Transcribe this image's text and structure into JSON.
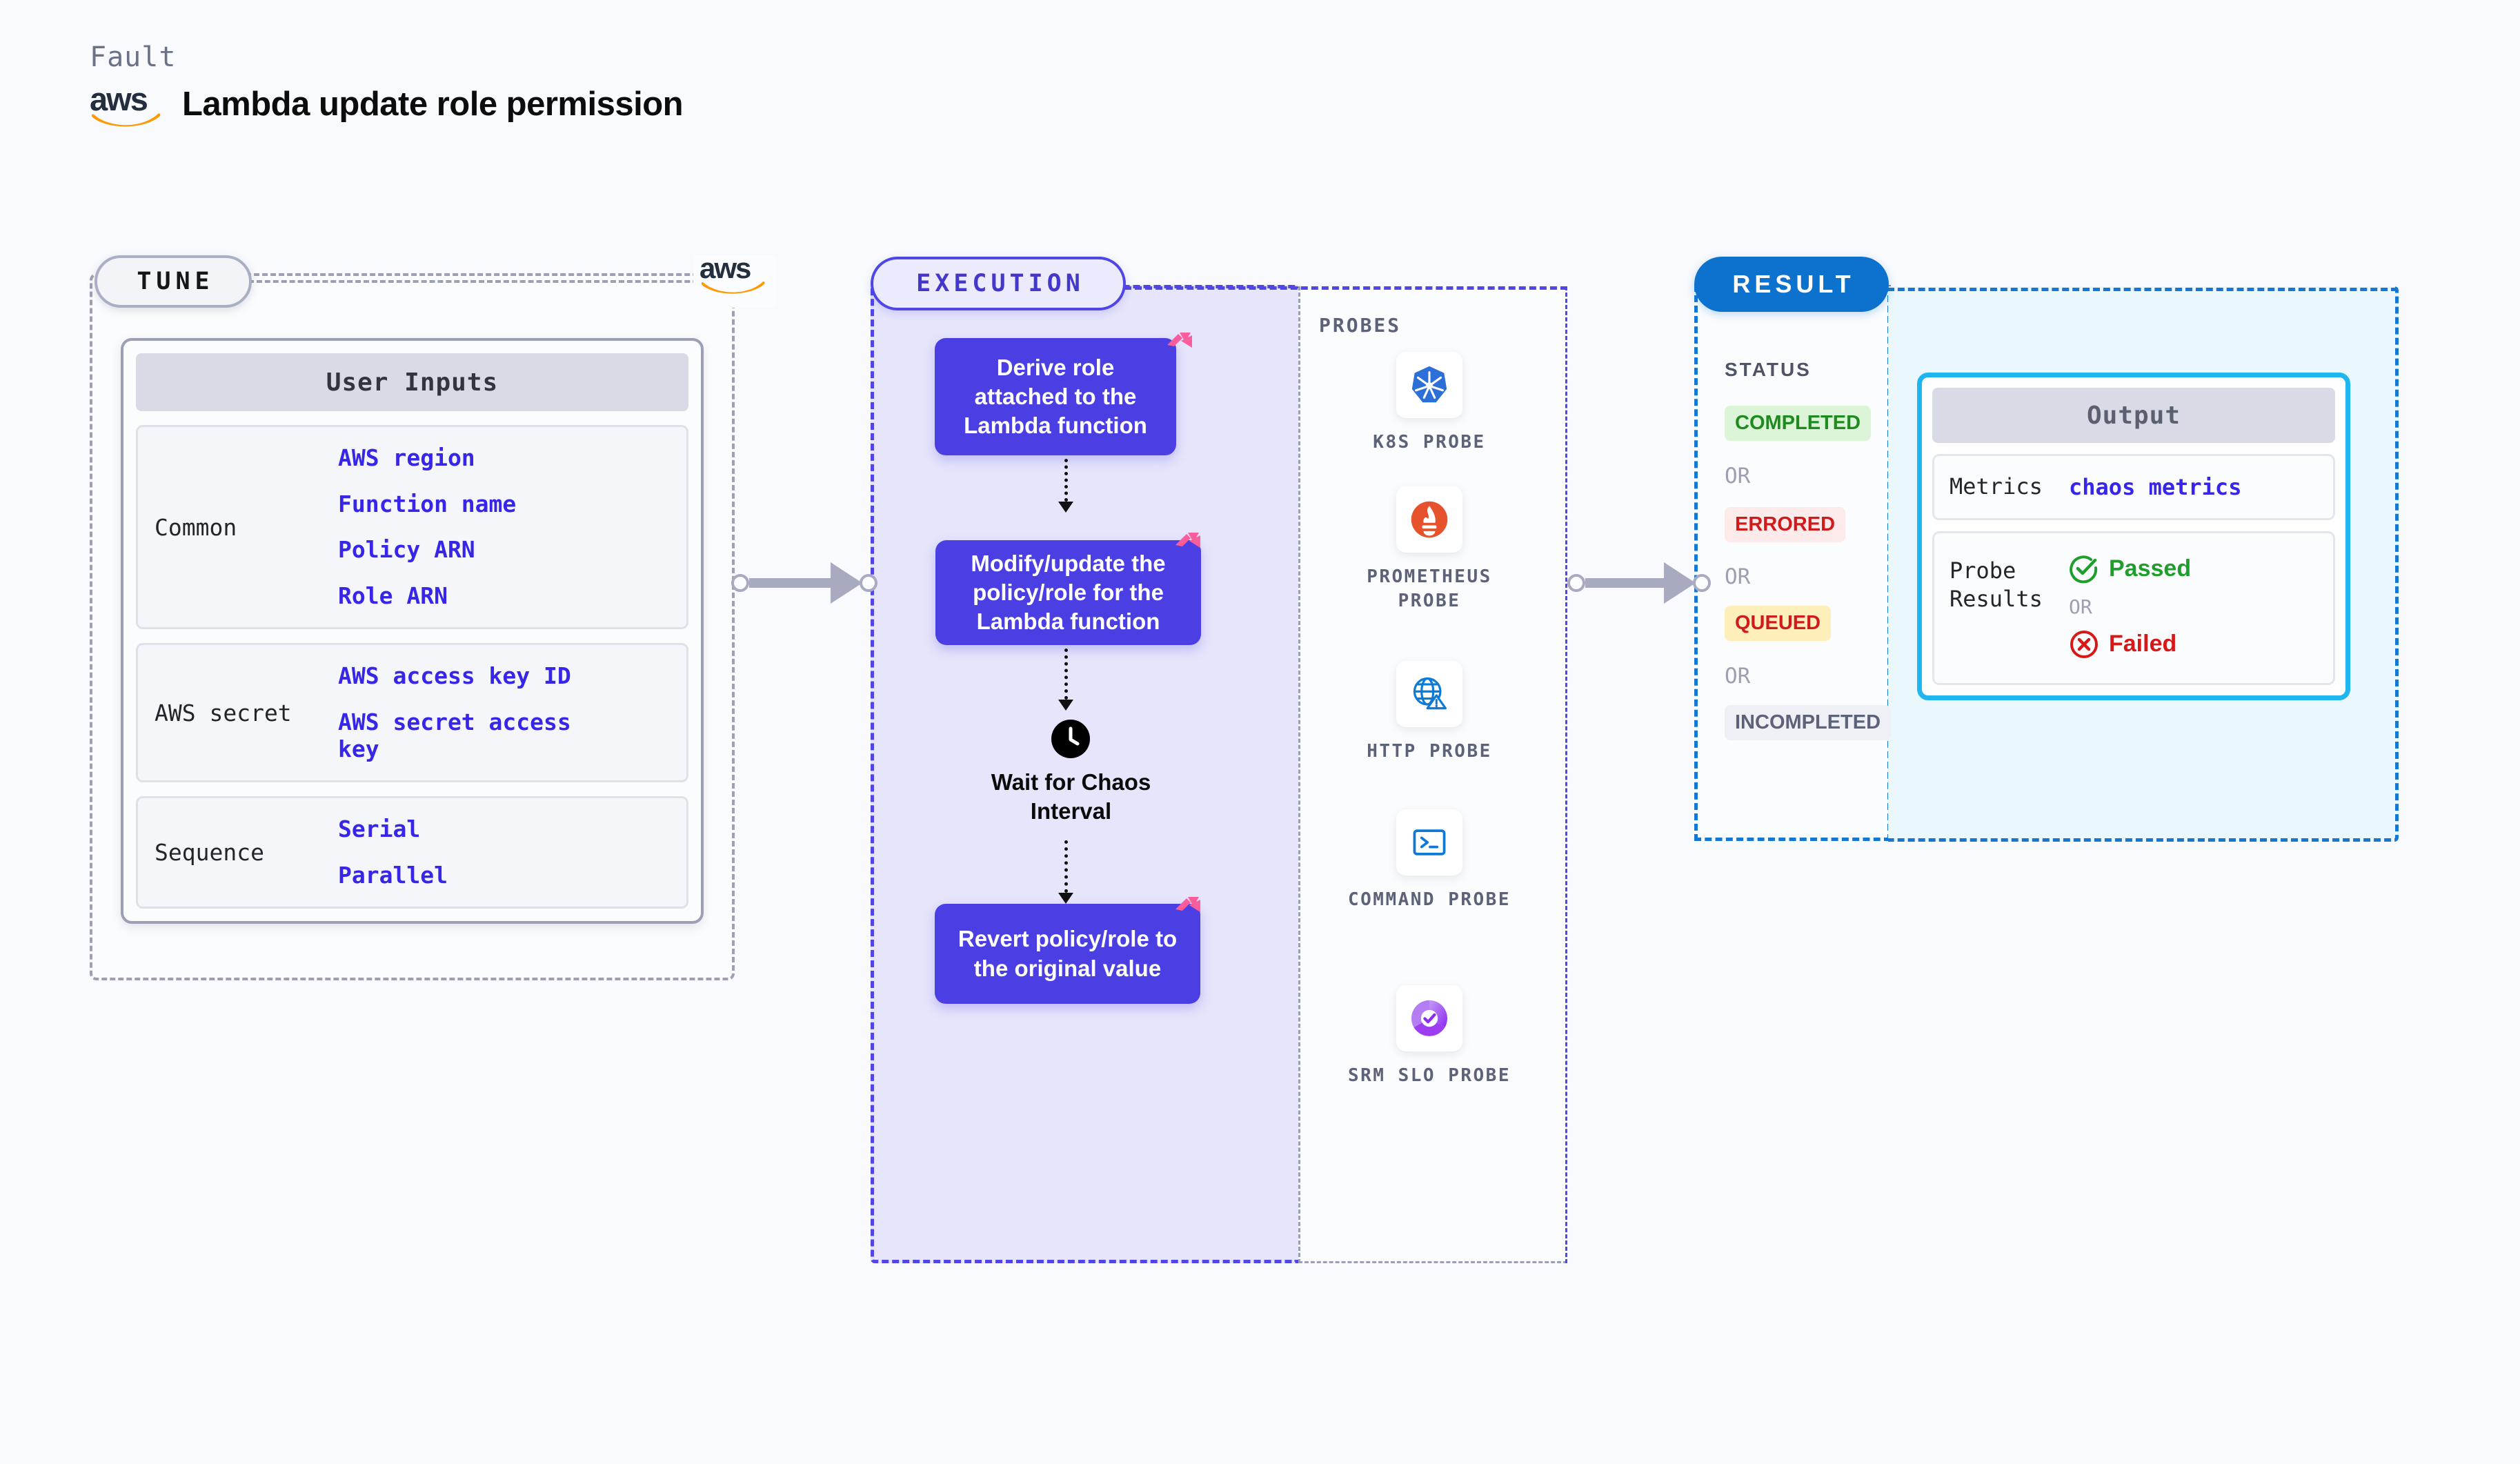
{
  "header": {
    "fault_label": "Fault",
    "title": "Lambda update role permission",
    "aws_logo_text": "aws"
  },
  "tune": {
    "pill_label": "TUNE",
    "aws_logo_text": "aws",
    "card_title": "User Inputs",
    "groups": [
      {
        "label": "Common",
        "values": [
          "AWS region",
          "Function name",
          "Policy ARN",
          "Role ARN"
        ]
      },
      {
        "label": "AWS secret",
        "values": [
          "AWS access key ID",
          "AWS secret access key"
        ]
      },
      {
        "label": "Sequence",
        "values": [
          "Serial",
          "Parallel"
        ]
      }
    ]
  },
  "execution": {
    "pill_label": "EXECUTION",
    "blocks": [
      {
        "text": "Derive role attached to the Lambda function"
      },
      {
        "text": "Modify/update the policy/role for the Lambda function"
      },
      {
        "text": "Revert policy/role to the original value"
      }
    ],
    "wait_step": {
      "label": "Wait for Chaos Interval",
      "icon": "clock-icon"
    }
  },
  "probes": {
    "title": "PROBES",
    "items": [
      {
        "name": "K8S PROBE",
        "icon": "kubernetes-icon"
      },
      {
        "name": "PROMETHEUS PROBE",
        "icon": "prometheus-icon"
      },
      {
        "name": "HTTP PROBE",
        "icon": "http-globe-icon"
      },
      {
        "name": "COMMAND PROBE",
        "icon": "terminal-icon"
      },
      {
        "name": "SRM SLO PROBE",
        "icon": "srm-slo-icon"
      }
    ]
  },
  "result": {
    "pill_label": "RESULT",
    "status_title": "STATUS",
    "or_label": "OR",
    "statuses": [
      {
        "label": "COMPLETED",
        "bg": "#dcf5d8",
        "fg": "#1f8a1f"
      },
      {
        "label": "ERRORED",
        "bg": "#fdebeb",
        "fg": "#cf1b1b"
      },
      {
        "label": "QUEUED",
        "bg": "#fdeeba",
        "fg": "#cf1b1b"
      },
      {
        "label": "INCOMPLETED",
        "bg": "#eff0f6",
        "fg": "#5c6278"
      }
    ]
  },
  "output": {
    "card_title": "Output",
    "metrics_label": "Metrics",
    "metrics_value": "chaos metrics",
    "probe_results_label": "Probe Results",
    "passed_label": "Passed",
    "failed_label": "Failed",
    "or_label": "OR"
  },
  "colors": {
    "background": "#f8fafd",
    "tune_border": "#9ba0b4",
    "execution_accent": "#4f46e5",
    "block_fill": "#4b3fe4",
    "result_accent": "#1677d2",
    "output_card_border": "#1fb6ef",
    "chaos_badge": "#fa5d9b",
    "input_value": "#3726e8",
    "connector": "#a8abc0",
    "passed": "#1f9e2e",
    "failed": "#d81717"
  }
}
